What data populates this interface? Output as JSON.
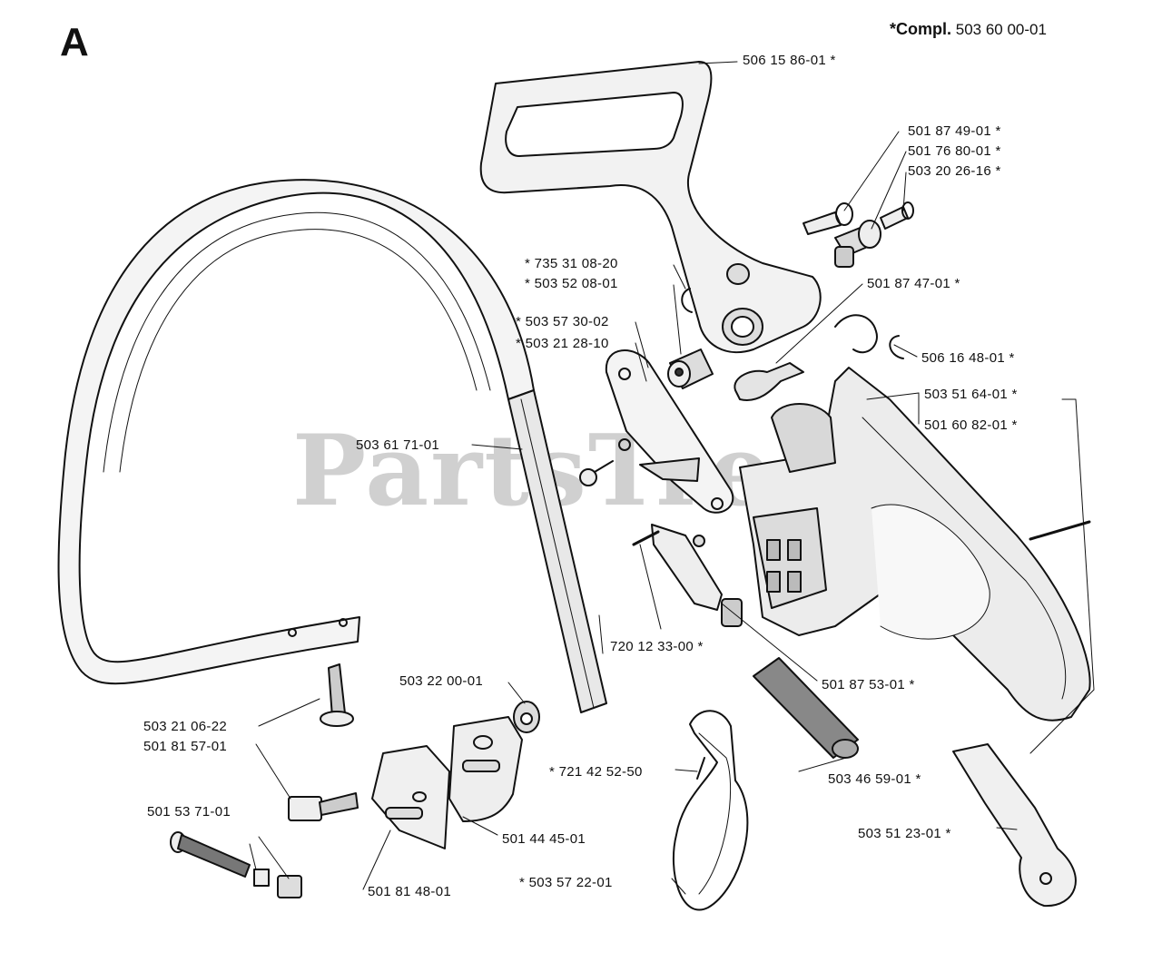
{
  "section": "A",
  "compl": {
    "label": "*Compl.",
    "part": "503 60 00-01"
  },
  "watermark": "PartsTre",
  "colors": {
    "ink": "#111111",
    "watermark": "#969696",
    "shade": "#e6e6e6"
  },
  "labels": [
    {
      "id": "l-506-15-86-01",
      "text": "506 15 86-01 *"
    },
    {
      "id": "l-501-87-49-01",
      "text": "501 87 49-01 *"
    },
    {
      "id": "l-501-76-80-01",
      "text": "501 76 80-01 *"
    },
    {
      "id": "l-503-20-26-16",
      "text": "503 20 26-16 *"
    },
    {
      "id": "l-735-31-08-20",
      "text": "* 735 31 08-20"
    },
    {
      "id": "l-503-52-08-01",
      "text": "* 503 52 08-01"
    },
    {
      "id": "l-501-87-47-01",
      "text": "501 87 47-01 *"
    },
    {
      "id": "l-503-57-30-02",
      "text": "* 503 57 30-02"
    },
    {
      "id": "l-503-21-28-10",
      "text": "* 503 21 28-10"
    },
    {
      "id": "l-506-16-48-01",
      "text": "506 16 48-01 *"
    },
    {
      "id": "l-503-51-64-01",
      "text": "503 51 64-01 *"
    },
    {
      "id": "l-501-60-82-01",
      "text": "501 60 82-01 *"
    },
    {
      "id": "l-503-61-71-01",
      "text": "503 61 71-01"
    },
    {
      "id": "l-720-12-33-00",
      "text": "720 12 33-00 *"
    },
    {
      "id": "l-503-22-00-01",
      "text": "503 22 00-01"
    },
    {
      "id": "l-501-87-53-01",
      "text": "501 87 53-01 *"
    },
    {
      "id": "l-503-21-06-22",
      "text": "503 21 06-22"
    },
    {
      "id": "l-501-81-57-01",
      "text": "501 81 57-01"
    },
    {
      "id": "l-721-42-52-50",
      "text": "* 721 42 52-50"
    },
    {
      "id": "l-503-46-59-01",
      "text": "503 46 59-01 *"
    },
    {
      "id": "l-501-53-71-01",
      "text": "501 53 71-01"
    },
    {
      "id": "l-501-44-45-01",
      "text": "501 44 45-01"
    },
    {
      "id": "l-503-51-23-01",
      "text": "503 51 23-01 *"
    },
    {
      "id": "l-503-57-22-01",
      "text": "* 503 57 22-01"
    },
    {
      "id": "l-501-81-48-01",
      "text": "501 81 48-01"
    }
  ]
}
